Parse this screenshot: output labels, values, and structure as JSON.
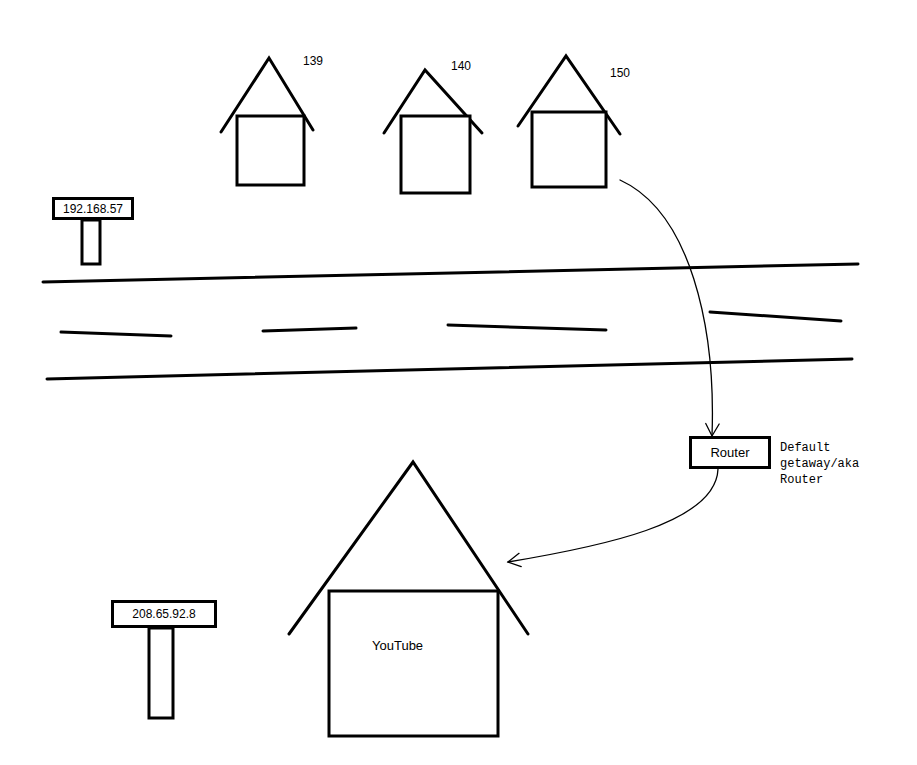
{
  "diagram": {
    "nodes": [
      {
        "text": [
          "139"
        ]
      },
      {
        "text": [
          "140"
        ]
      },
      {
        "text": [
          "150"
        ]
      },
      {
        "text": [
          "192.168.57"
        ]
      },
      {
        "text": [
          "Router"
        ]
      },
      {
        "text": [
          "208.65.92.8"
        ]
      },
      {
        "text": [
          "YouTube"
        ]
      }
    ],
    "edges": [
      {
        "from": 2,
        "to": 4,
        "arrow": "to"
      },
      {
        "from": 4,
        "to": 6,
        "arrow": "to"
      }
    ],
    "labels": [
      "Default getaway/aka Router"
    ]
  }
}
